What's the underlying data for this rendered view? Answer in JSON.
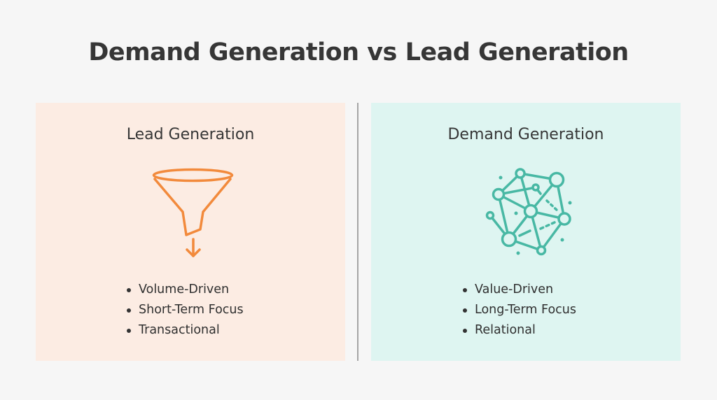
{
  "title": "Demand Generation vs Lead Generation",
  "colors": {
    "background": "#f6f6f6",
    "lead_panel": "#fcece3",
    "demand_panel": "#def5f1",
    "lead_accent": "#f28a3c",
    "demand_accent": "#48b8a4",
    "divider": "#a5a5a5",
    "text": "#333333"
  },
  "lead": {
    "heading": "Lead Generation",
    "icon": "funnel-icon",
    "items": [
      {
        "label": "Volume-Driven"
      },
      {
        "label": "Short-Term Focus"
      },
      {
        "label": "Transactional"
      }
    ]
  },
  "demand": {
    "heading": "Demand Generation",
    "icon": "network-icon",
    "items": [
      {
        "label": "Value-Driven"
      },
      {
        "label": "Long-Term Focus"
      },
      {
        "label": "Relational"
      }
    ]
  }
}
